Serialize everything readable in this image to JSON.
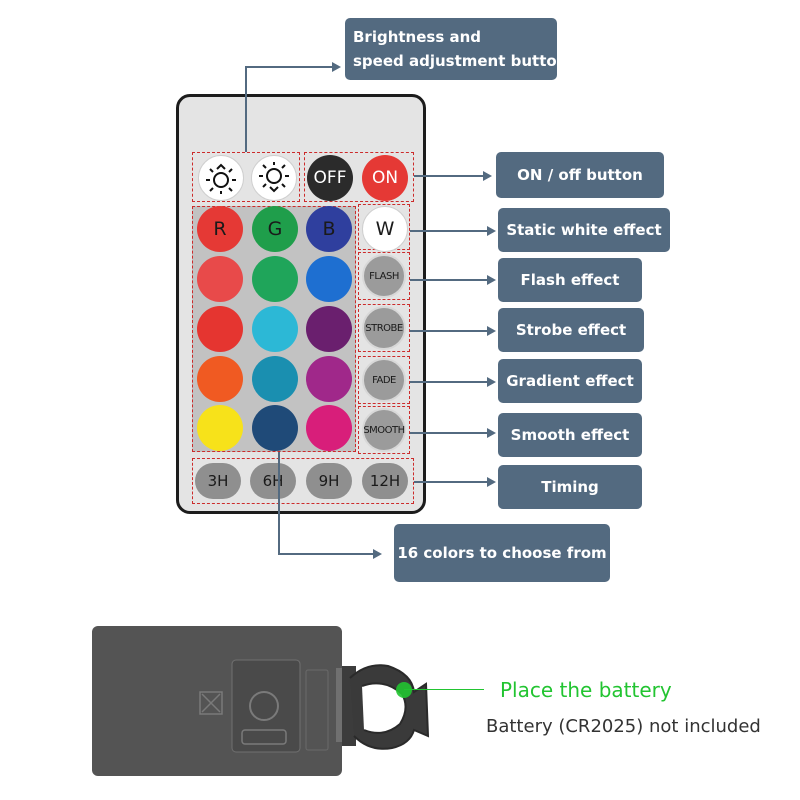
{
  "callouts": {
    "brightness": [
      "Brightness and",
      "speed adjustment button"
    ],
    "on_off": "ON / off button",
    "white": "Static white effect",
    "flash": "Flash effect",
    "strobe": "Strobe effect",
    "gradient": "Gradient effect",
    "smooth": "Smooth effect",
    "timing": "Timing",
    "colors": "16 colors to choose from"
  },
  "remote": {
    "top_row": [
      {
        "label": "",
        "icon": "brightness-up-icon"
      },
      {
        "label": "",
        "icon": "brightness-down-icon"
      },
      {
        "label": "OFF",
        "color": "#2b2b2b",
        "text_color": "#ffffff"
      },
      {
        "label": "ON",
        "color": "#e53935",
        "text_color": "#ffffff"
      }
    ],
    "rgb_row": [
      {
        "label": "R",
        "color": "#e53935",
        "text_color": "#1a1a1a"
      },
      {
        "label": "G",
        "color": "#1f9e4b",
        "text_color": "#1a1a1a"
      },
      {
        "label": "B",
        "color": "#2f3f9e",
        "text_color": "#1a1a1a"
      }
    ],
    "white_button": "W",
    "color_rows": [
      [
        "#e84a4a",
        "#1fa55a",
        "#1e6fd1"
      ],
      [
        "#e53530",
        "#2cb8d6",
        "#6a1f6e"
      ],
      [
        "#f05a22",
        "#1a8fb0",
        "#a0288a"
      ],
      [
        "#f7e21a",
        "#1f4a78",
        "#d81e7a"
      ]
    ],
    "effect_buttons": [
      "FLASH",
      "STROBE",
      "FADE",
      "SMOOTH"
    ],
    "timer_buttons": [
      "3H",
      "6H",
      "9H",
      "12H"
    ]
  },
  "battery": {
    "place": "Place the battery",
    "note": "Battery (CR2025) not included"
  },
  "colors": {
    "callout_bg": "#536a80",
    "green_text": "#22c431",
    "dashed_border": "#cc2b2b"
  }
}
